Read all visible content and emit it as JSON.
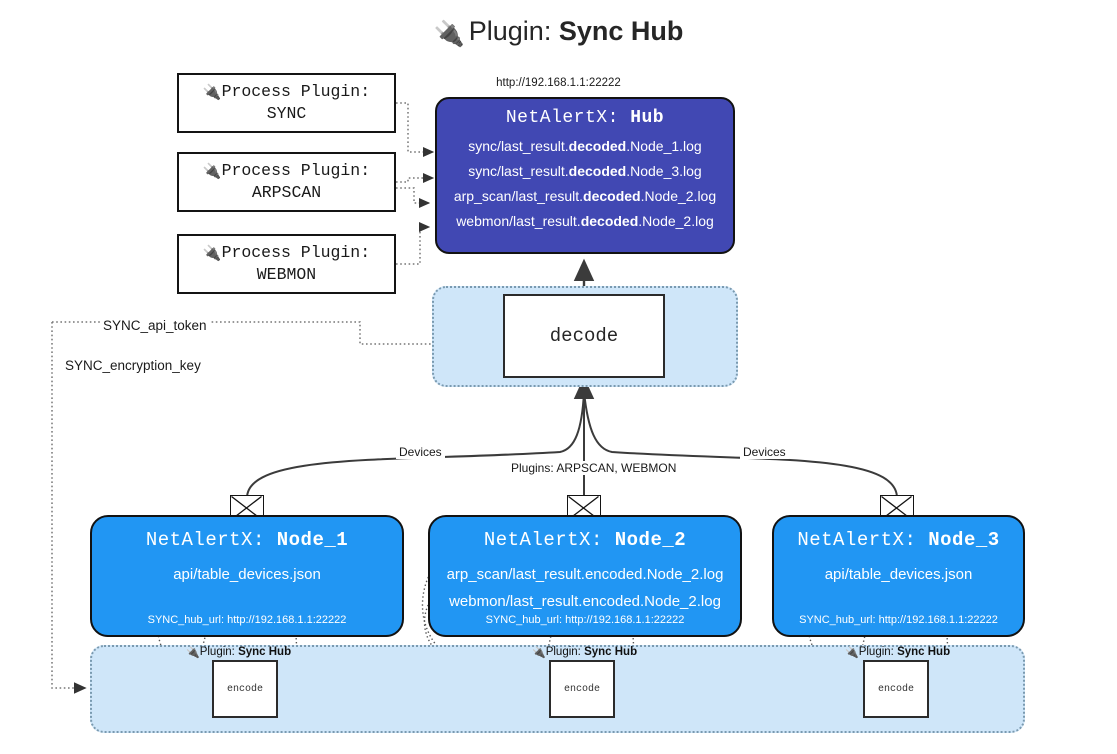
{
  "header": {
    "plug_icon": "electric-plug-icon",
    "prefix": "Plugin: ",
    "title": "Sync Hub",
    "hub_url": "http://192.168.1.1:22222"
  },
  "process_plugins": [
    {
      "caption": "Process Plugin:",
      "name": "SYNC"
    },
    {
      "caption": "Process Plugin:",
      "name": "ARPSCAN"
    },
    {
      "caption": "Process Plugin:",
      "name": "WEBMON"
    }
  ],
  "hub": {
    "prefix": "NetAlertX: ",
    "name": "Hub",
    "logs": [
      {
        "pre": "sync/last_result.",
        "mid": "decoded",
        "post": ".Node_1.log"
      },
      {
        "pre": "sync/last_result.",
        "mid": "decoded",
        "post": ".Node_3.log"
      },
      {
        "pre": "arp_scan/last_result.",
        "mid": "decoded",
        "post": ".Node_2.log"
      },
      {
        "pre": "webmon/last_result.",
        "mid": "decoded",
        "post": ".Node_2.log"
      }
    ]
  },
  "decode": {
    "label": "decode"
  },
  "settings": {
    "api_token": "SYNC_api_token",
    "encryption_key": "SYNC_encryption_key"
  },
  "edge_labels": {
    "devices_left": "Devices",
    "plugins_center": "Plugins: ARPSCAN, WEBMON",
    "devices_right": "Devices"
  },
  "nodes": [
    {
      "prefix": "NetAlertX: ",
      "name": "Node_1",
      "lines": [
        "api/table_devices.json"
      ],
      "footer": "SYNC_hub_url: http://192.168.1.1:22222"
    },
    {
      "prefix": "NetAlertX: ",
      "name": "Node_2",
      "lines": [
        "arp_scan/last_result.encoded.Node_2.log",
        "webmon/last_result.encoded.Node_2.log"
      ],
      "footer": "SYNC_hub_url: http://192.168.1.1:22222"
    },
    {
      "prefix": "NetAlertX: ",
      "name": "Node_3",
      "lines": [
        "api/table_devices.json"
      ],
      "footer": "SYNC_hub_url: http://192.168.1.1:22222"
    }
  ],
  "plugin_band": {
    "items": [
      {
        "label_prefix": "Plugin: ",
        "label_name": "Sync Hub",
        "encode": "encode"
      },
      {
        "label_prefix": "Plugin: ",
        "label_name": "Sync Hub",
        "encode": "encode"
      },
      {
        "label_prefix": "Plugin: ",
        "label_name": "Sync Hub",
        "encode": "encode"
      }
    ]
  },
  "colors": {
    "hub_fill": "#4148b3",
    "node_fill": "#2196f3",
    "group_fill": "#cfe6f9",
    "group_border": "#7a9ab0",
    "stroke": "#121212"
  }
}
